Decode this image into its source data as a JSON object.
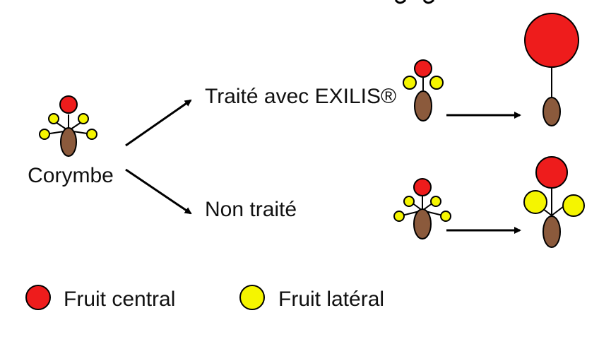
{
  "labels": {
    "corymbe": "Corymbe",
    "treated": "Traité avec EXILIS®",
    "untreated": "Non traité"
  },
  "legend": [
    {
      "label": "Fruit central",
      "color": "#ee1c1c"
    },
    {
      "label": "Fruit latéral",
      "color": "#f5f500"
    }
  ],
  "colors": {
    "stem_body": "#8b5a3c",
    "central_fruit": "#ee1c1c",
    "lateral_fruit": "#f5f500",
    "outline": "#000000"
  },
  "icons": {
    "arrow": "arrow-icon",
    "corymb": "corymb-icon"
  }
}
